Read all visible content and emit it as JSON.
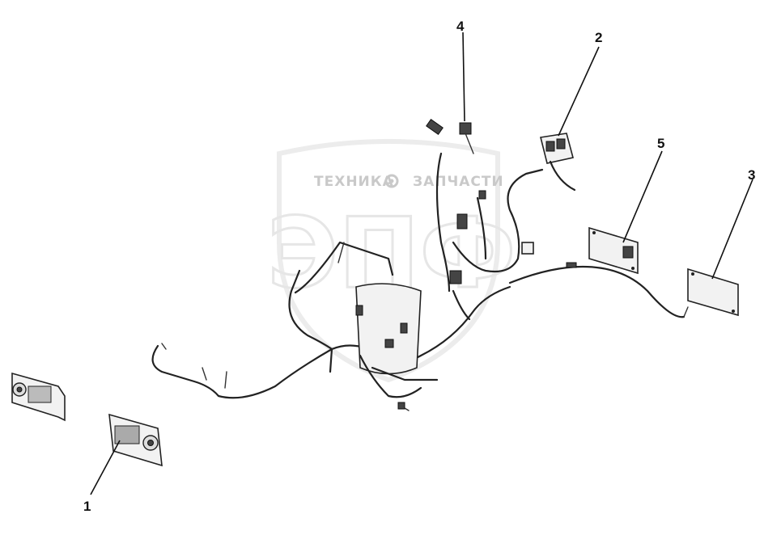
{
  "watermark": {
    "brand_top": "ТЕХНИКА",
    "brand_bottom": "ЗАПЧАСТИ",
    "logo_letters": "ЭПФ"
  },
  "callouts": [
    {
      "id": "1",
      "label": "1"
    },
    {
      "id": "2",
      "label": "2"
    },
    {
      "id": "3",
      "label": "3"
    },
    {
      "id": "4",
      "label": "4"
    },
    {
      "id": "5",
      "label": "5"
    }
  ]
}
